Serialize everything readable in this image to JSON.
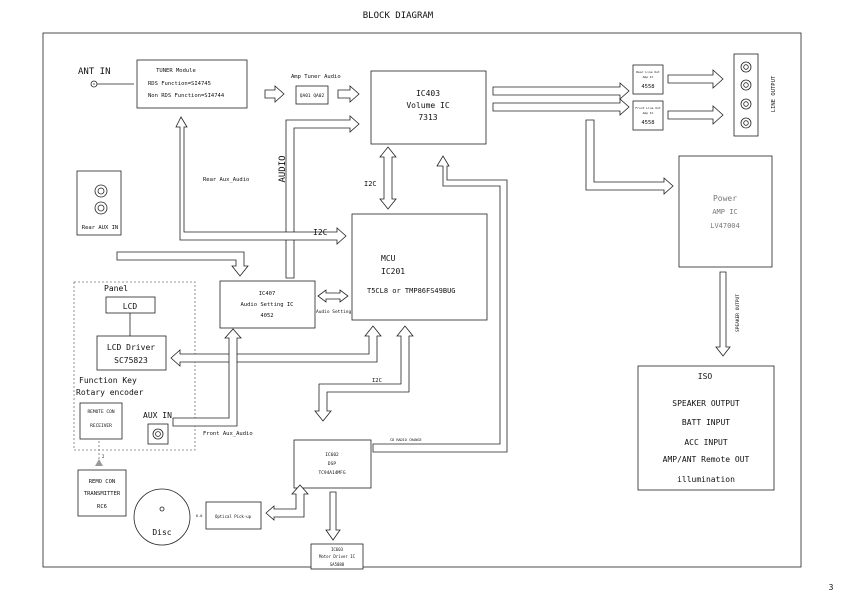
{
  "page": {
    "title": "BLOCK DIAGRAM",
    "page_number": "3"
  },
  "ant_in": "ANT IN",
  "tuner": {
    "title": "TUNER Module",
    "line1": "RDS Function=SI4745",
    "line2": "Non RDS Function=SI4744"
  },
  "amp_tuner_audio": "Amp Tuner Audio",
  "qa": "QA01 QA02",
  "ic403": {
    "l1": "IC403",
    "l2": "Volume IC",
    "l3": "7313"
  },
  "amp1": {
    "l1": "Rear Line Out",
    "l2": "Amp IC",
    "l3": "4558"
  },
  "amp2": {
    "l1": "Front Line Out",
    "l2": "Amp IC",
    "l3": "4558"
  },
  "line_output": "LINE OUTPUT",
  "audio_label": "AUDIO",
  "rear_aux_audio": "Rear Aux_Audio",
  "i2c_vertical": "I2C",
  "i2c_horizontal": "I2C",
  "i2c_bottom": "I2C",
  "rear_aux_in": "Rear AUX IN",
  "power": {
    "l1": "Power",
    "l2": "AMP IC",
    "l3": "LV47004"
  },
  "mcu": {
    "l1": "MCU",
    "l2": "IC201",
    "l3": "T5CL8 or TMP86FS49BUG"
  },
  "ic407": {
    "l1": "IC407",
    "l2": "Audio Setting IC",
    "l3": "4052"
  },
  "audio_setting": "Audio Setting",
  "panel": {
    "title": "Panel",
    "lcd": "LCD",
    "lcd_driver_l1": "LCD Driver",
    "lcd_driver_l2": "SC75823",
    "function_key_l1": "Function Key",
    "function_key_l2": "Rotary encoder",
    "remote_l1": "REMOTE CON",
    "remote_l2": "RECEIVER",
    "aux_in": "AUX IN"
  },
  "front_aux_audio": "Front Aux_Audio",
  "speaker_output_vertical": "SPEAKER OUTPUT",
  "iso": {
    "title": "ISO",
    "l1": "SPEAKER OUTPUT",
    "l2": "BATT INPUT",
    "l3": "ACC INPUT",
    "l4": "AMP/ANT Remote OUT",
    "l5": "illumination"
  },
  "cd_radio_change": "CD RADIO CHANGE",
  "ic602": {
    "l1": "IC602",
    "l2": "DSP",
    "l3": "TC94A14MFG"
  },
  "remo_transmitter": {
    "l1": "REMO CON",
    "l2": "TRANSMITTER",
    "l3": "RC6"
  },
  "disc": "Disc",
  "optical_label": "6.0",
  "optical_pickup": "Optical Pick-up",
  "ic603": {
    "l1": "IC603",
    "l2": "Motor Driver IC",
    "l3": "SA5888"
  }
}
